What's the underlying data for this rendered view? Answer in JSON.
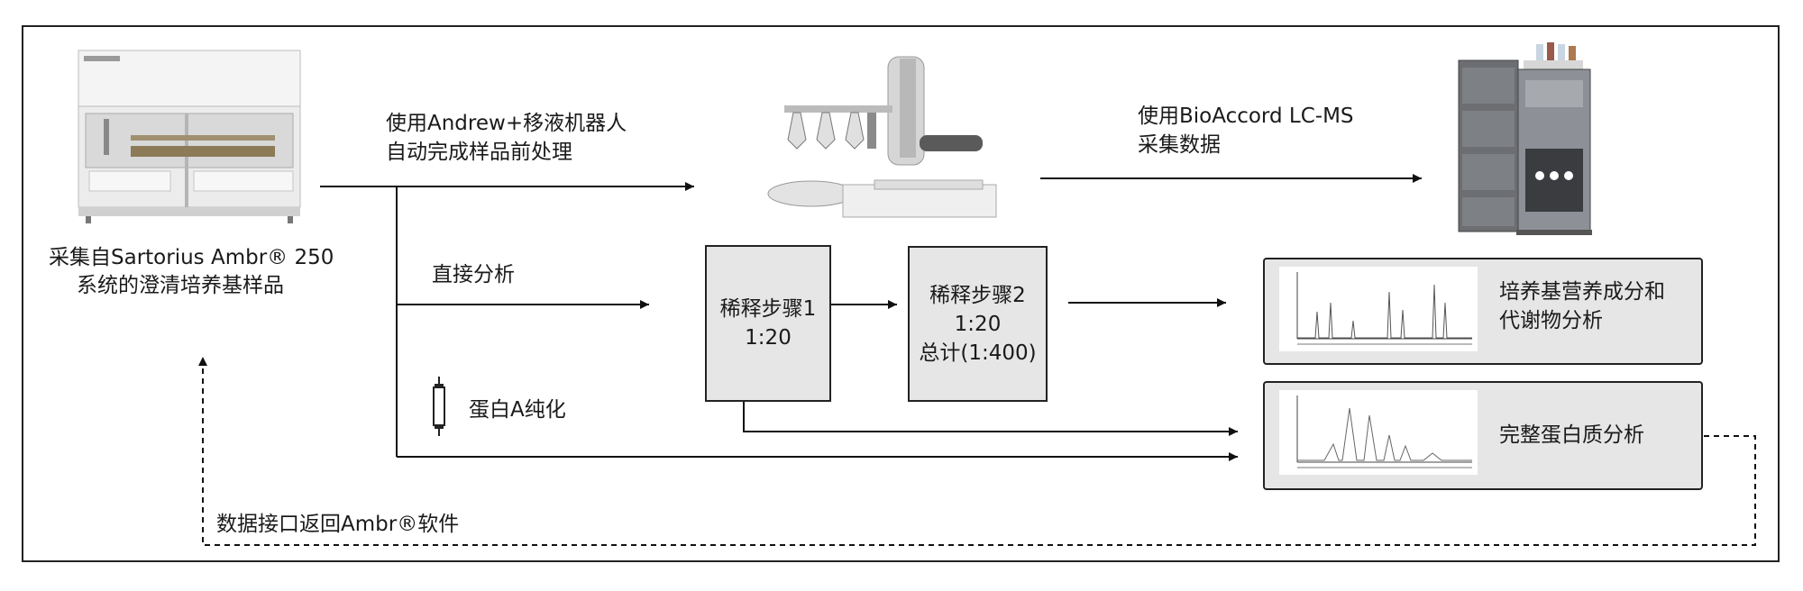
{
  "source": {
    "caption_line1": "采集自Sartorius Ambr® 250",
    "caption_line2": "系统的澄清培养基样品"
  },
  "liquid_handler": {
    "label_line1": "使用Andrew+移液机器人",
    "label_line2": "自动完成样品前处理"
  },
  "lcms": {
    "label_line1": "使用BioAccord LC-MS",
    "label_line2": "采集数据"
  },
  "branches": {
    "direct": "直接分析",
    "protein_a": "蛋白A纯化"
  },
  "steps": {
    "step1": {
      "title": "稀释步骤1",
      "ratio": "1:20"
    },
    "step2": {
      "title": "稀释步骤2",
      "ratio": "1:20",
      "total": "总计(1:400)"
    }
  },
  "results": {
    "media": {
      "line1": "培养基营养成分和",
      "line2": "代谢物分析"
    },
    "intact": {
      "line1": "完整蛋白质分析"
    }
  },
  "feedback": {
    "label": "数据接口返回Ambr®软件"
  },
  "icons": {
    "column": "chromatography-column-icon",
    "ambr": "ambr-system-image",
    "robot": "andrew-robot-image",
    "lcms": "bioaccord-lcms-image"
  }
}
